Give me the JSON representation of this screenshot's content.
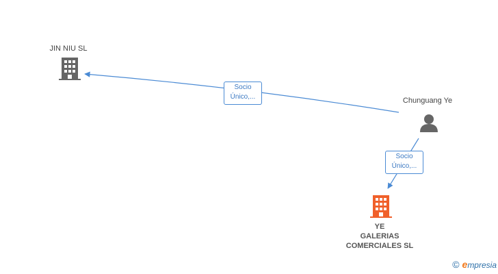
{
  "nodes": {
    "jin_niu": {
      "label": "JIN NIU SL",
      "type": "company",
      "color": "#666666"
    },
    "chunguang": {
      "label": "Chunguang Ye",
      "type": "person",
      "color": "#666666"
    },
    "ye_galerias": {
      "label_lines": [
        "YE",
        "GALERIAS",
        "COMERCIALES SL"
      ],
      "type": "company",
      "color": "#f0602a"
    }
  },
  "edges": [
    {
      "from": "chunguang",
      "to": "jin_niu",
      "label_lines": [
        "Socio",
        "Único,..."
      ]
    },
    {
      "from": "chunguang",
      "to": "ye_galerias",
      "label_lines": [
        "Socio",
        "Único,..."
      ]
    }
  ],
  "colors": {
    "edge": "#4a8ad4",
    "node_gray": "#666666",
    "node_orange": "#f0602a"
  },
  "brand": {
    "copyright": "©",
    "initial": "e",
    "rest": "mpresia"
  }
}
